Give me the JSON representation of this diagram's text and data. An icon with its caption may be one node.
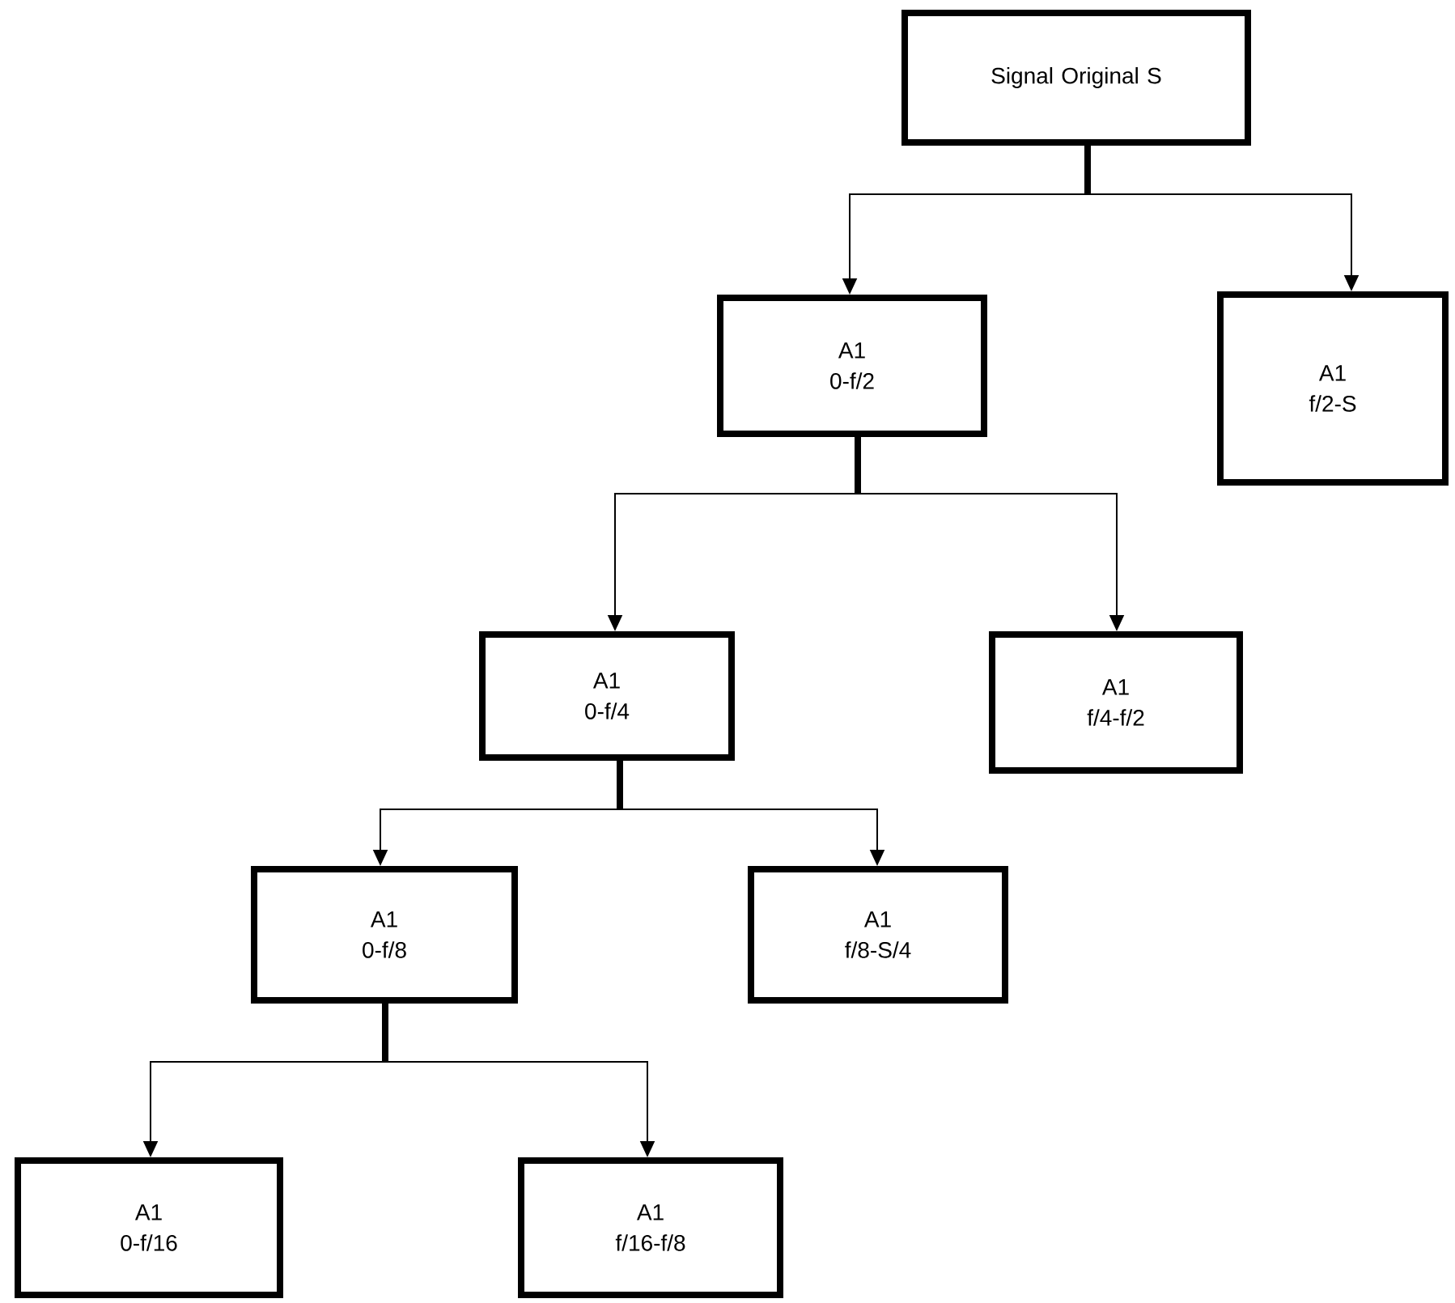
{
  "diagram": {
    "nodes": [
      {
        "text": [
          "Signal Original S"
        ]
      },
      {
        "text": [
          "A1",
          "0-f/2"
        ]
      },
      {
        "text": [
          "A1",
          "f/2-S"
        ]
      },
      {
        "text": [
          "A1",
          "0-f/4"
        ]
      },
      {
        "text": [
          "A1",
          "f/4-f/2"
        ]
      },
      {
        "text": [
          "A1",
          "0-f/8"
        ]
      },
      {
        "text": [
          "A1",
          "f/8-S/4"
        ]
      },
      {
        "text": [
          "A1",
          "0-f/16"
        ]
      },
      {
        "text": [
          "A1",
          "f/16-f/8"
        ]
      }
    ],
    "edges": [
      {
        "from": 0,
        "to": 1,
        "arrow": "to"
      },
      {
        "from": 0,
        "to": 2,
        "arrow": "to"
      },
      {
        "from": 1,
        "to": 3,
        "arrow": "to"
      },
      {
        "from": 1,
        "to": 4,
        "arrow": "to"
      },
      {
        "from": 3,
        "to": 5,
        "arrow": "to"
      },
      {
        "from": 3,
        "to": 6,
        "arrow": "to"
      },
      {
        "from": 5,
        "to": 7,
        "arrow": "to"
      },
      {
        "from": 5,
        "to": 8,
        "arrow": "to"
      }
    ]
  }
}
